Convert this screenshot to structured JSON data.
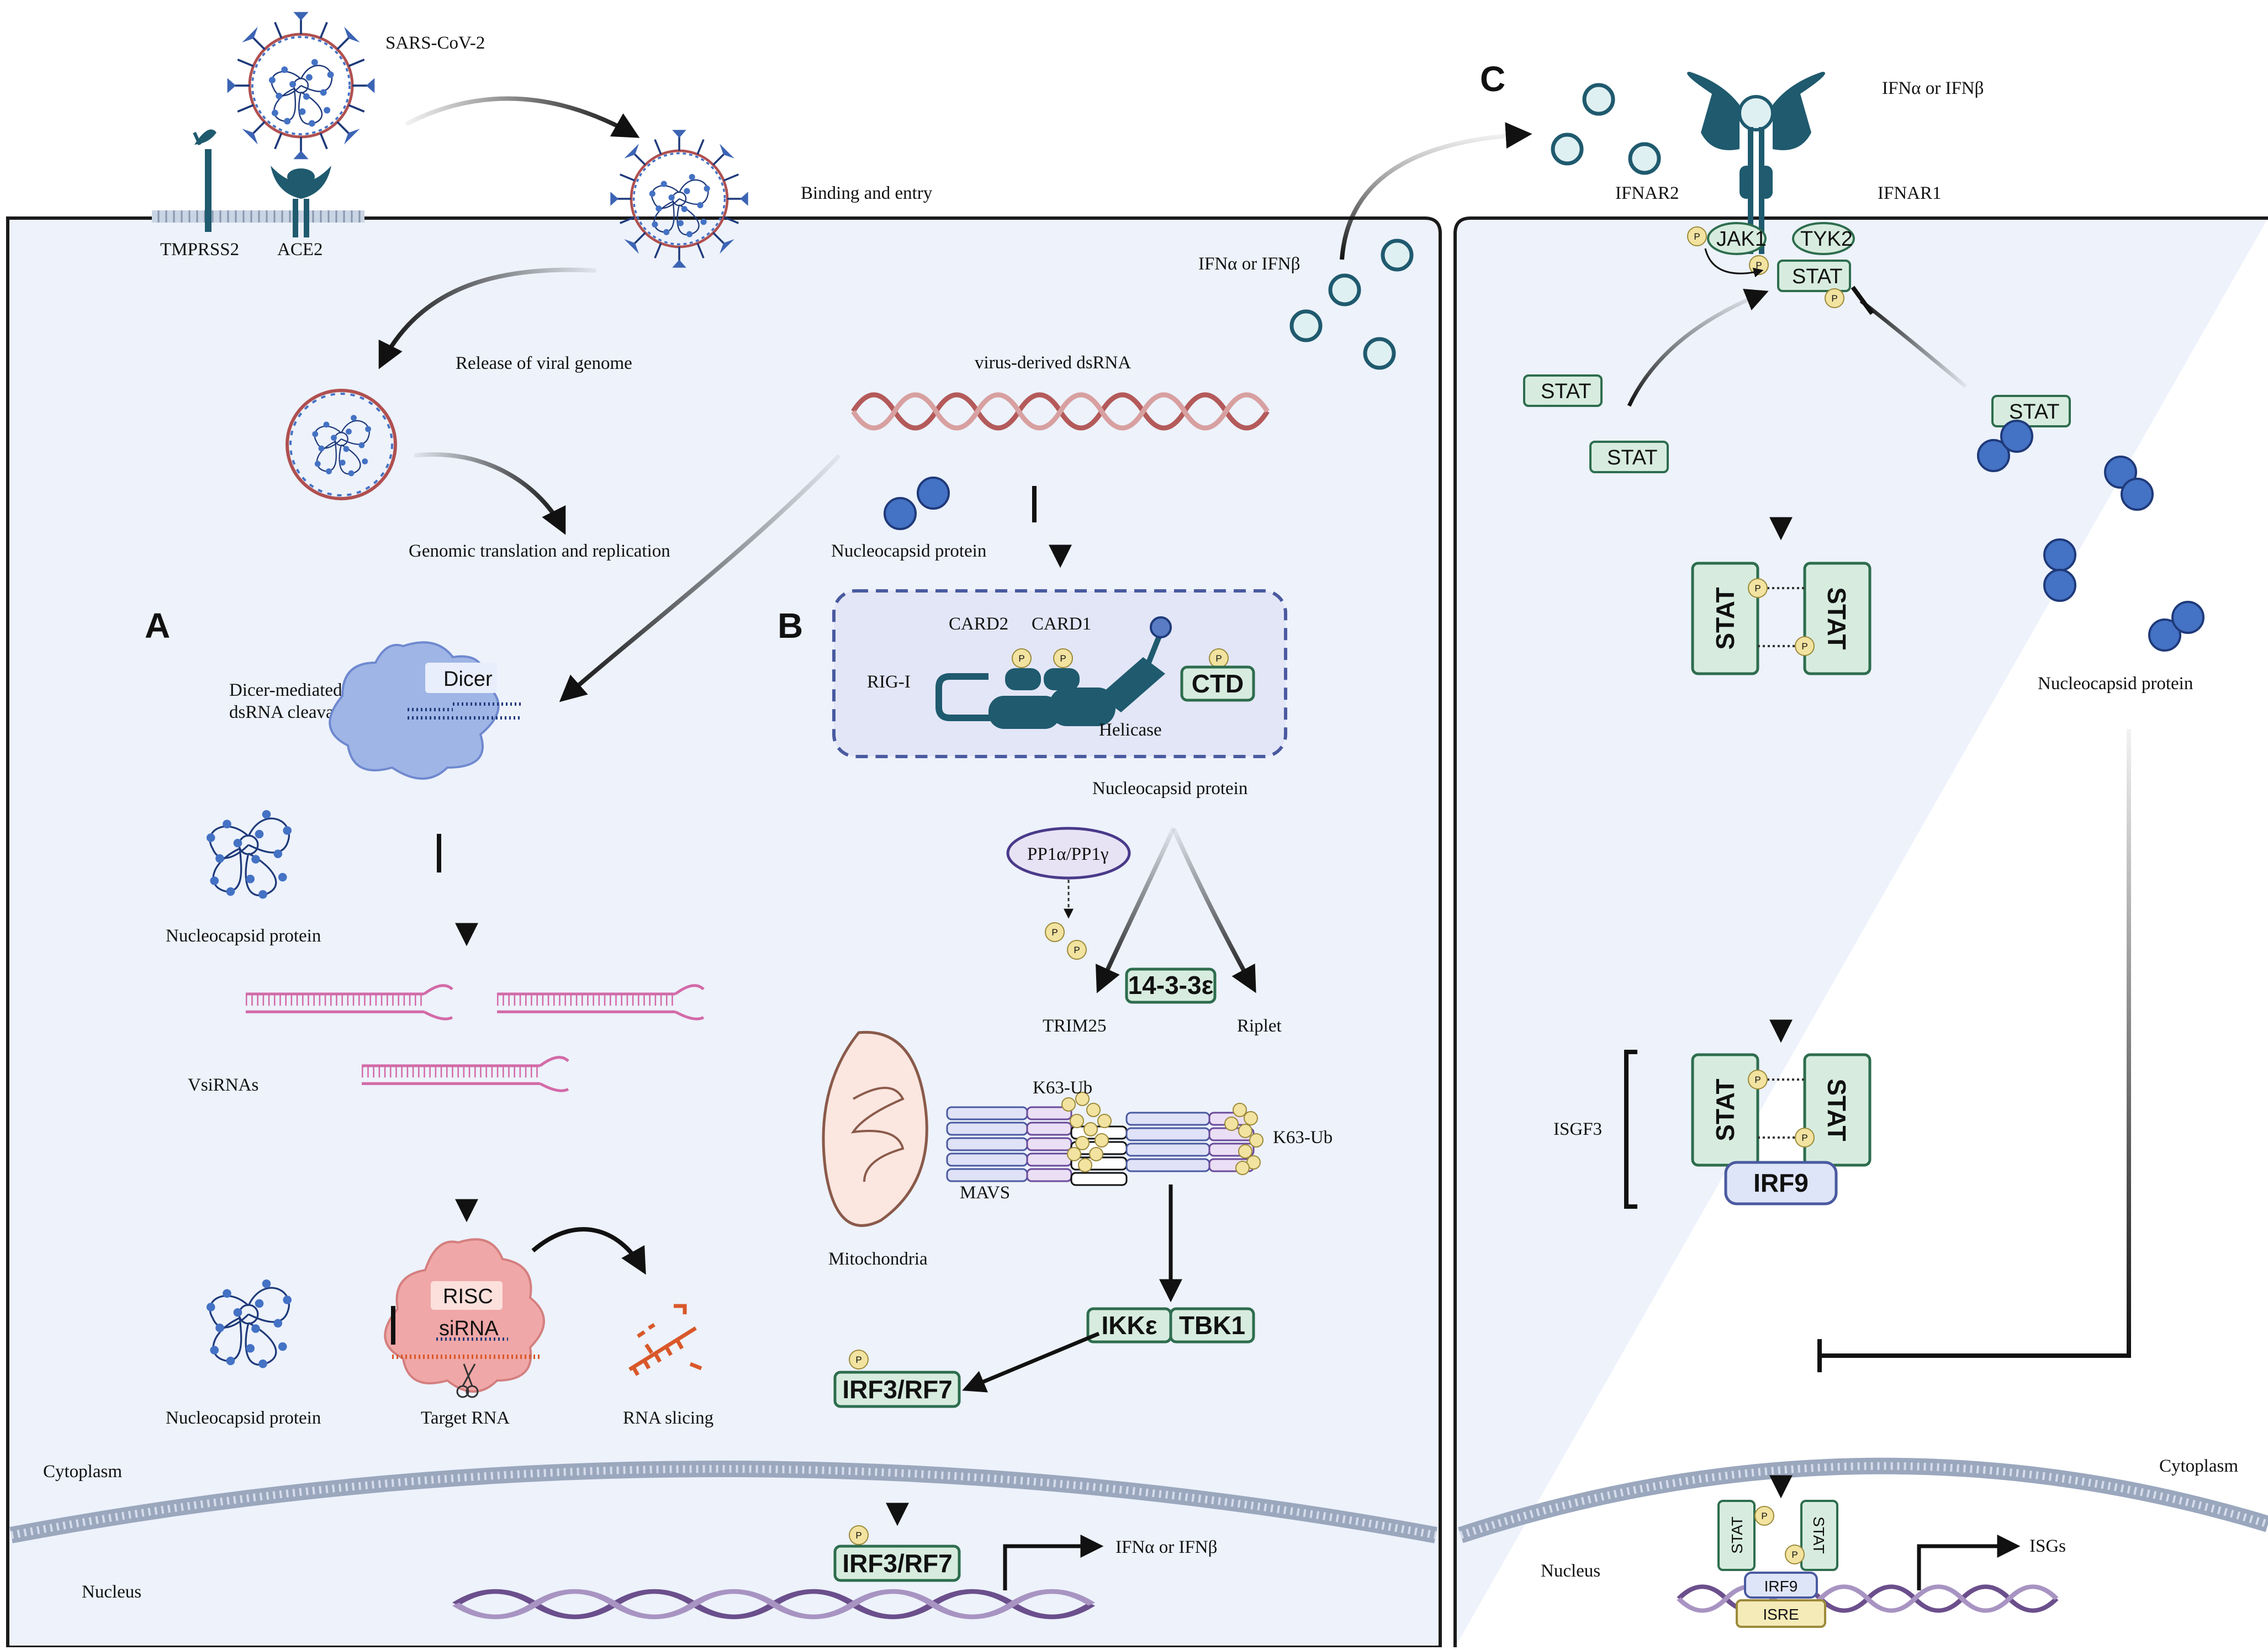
{
  "labels": {
    "sars": "SARS-CoV-2",
    "tmprss2": "TMPRSS2",
    "ace2": "ACE2",
    "binding": "Binding and entry",
    "release": "Release of viral genome",
    "translation": "Genomic translation and replication",
    "ifn_top": "IFNα or IFNβ",
    "ifn_mid": "IFNα or IFNβ",
    "ifn_nucleus": "IFNα or IFNβ",
    "ifnar2": "IFNAR2",
    "ifnar1": "IFNAR1",
    "dicer_mediated_1": "Dicer-mediated",
    "dicer_mediated_2": "dsRNA cleavage",
    "dicer": "Dicer",
    "np_a1": "Nucleocapsid protein",
    "vsirnas": "VsiRNAs",
    "risc": "RISC",
    "sirna": "siRNA",
    "np_a2": "Nucleocapsid protein",
    "target_rna": "Target RNA",
    "rna_slicing": "RNA slicing",
    "cytoplasm_left": "Cytoplasm",
    "nucleus_left": "Nucleus",
    "dsrna": "virus-derived dsRNA",
    "np_b1": "Nucleocapsid protein",
    "card2": "CARD2",
    "card1": "CARD1",
    "rigi": "RIG-I",
    "ctd": "CTD",
    "helicase": "Helicase",
    "np_b2": "Nucleocapsid protein",
    "pp1": "PP1α/PP1γ",
    "trim25": "TRIM25",
    "fourteen": "14-3-3ε",
    "riplet": "Riplet",
    "k63_1": "K63-Ub",
    "k63_2": "K63-Ub",
    "mavs": "MAVS",
    "mitochondria": "Mitochondria",
    "ikke": "IKKε",
    "tbk1": "TBK1",
    "irf3_1": "IRF3/RF7",
    "irf3_2": "IRF3/RF7",
    "jak1": "JAK1",
    "tyk2": "TYK2",
    "stat": "STAT",
    "isgf3": "ISGF3",
    "irf9": "IRF9",
    "np_c": "Nucleocapsid protein",
    "cytoplasm_right": "Cytoplasm",
    "nucleus_right": "Nucleus",
    "isre": "ISRE",
    "isgs": "ISGs",
    "p": "P"
  },
  "panels": {
    "a": "A",
    "b": "B",
    "c": "C"
  },
  "colors": {
    "cell_fill": "#edf2fb",
    "membrane": "#1a1a1a",
    "teal": "#1f5a6e",
    "stat_fill": "#d7ecdf",
    "stat_stroke": "#2e6d4e",
    "np_blue": "#4472c4",
    "rna_pink": "#d36aa8",
    "dsrna_red": "#b45a5a",
    "dna_purple": "#7a5c99",
    "phospho": "#f3e3a0",
    "risc": "#f0a7a7",
    "dicer": "#9fb5e6"
  }
}
